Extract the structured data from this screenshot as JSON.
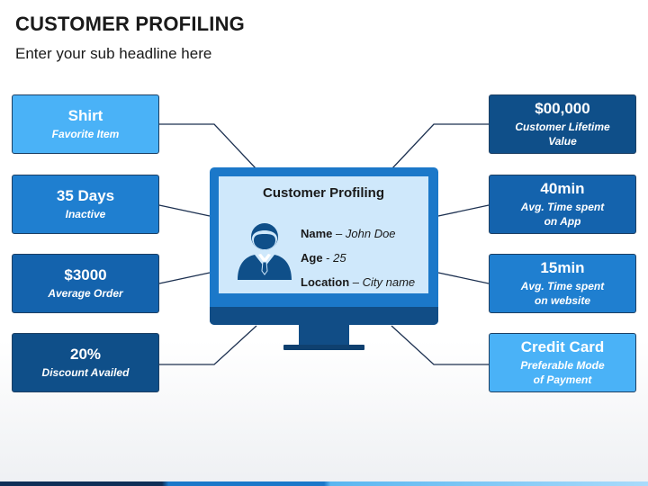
{
  "header": {
    "title": "CUSTOMER PROFILING",
    "subtitle": "Enter your sub headline here"
  },
  "colors": {
    "light_blue": "#4ab2f7",
    "mid_blue": "#1f7fd0",
    "deep_blue": "#1463ad",
    "dark_blue": "#0f4f89",
    "screen_bg": "#cfe8fb",
    "monitor": "#1b78c9"
  },
  "left_cards": [
    {
      "value": "Shirt",
      "label": "Favorite Item"
    },
    {
      "value": "35 Days",
      "label": "Inactive"
    },
    {
      "value": "$3000",
      "label": "Average Order"
    },
    {
      "value": "20%",
      "label": "Discount Availed"
    }
  ],
  "right_cards": [
    {
      "value": "$00,000",
      "label": "Customer Lifetime\nValue"
    },
    {
      "value": "40min",
      "label": "Avg. Time spent\non App"
    },
    {
      "value": "15min",
      "label": "Avg. Time spent\non website"
    },
    {
      "value": "Credit Card",
      "label": "Preferable Mode\nof Payment"
    }
  ],
  "profile": {
    "title": "Customer Profiling",
    "avatar_icon": "user-avatar-icon",
    "fields": [
      {
        "key": "Name",
        "sep": " – ",
        "value": "John Doe"
      },
      {
        "key": "Age",
        "sep": " - ",
        "value": "25"
      },
      {
        "key": "Location",
        "sep": " – ",
        "value": "City name"
      }
    ]
  }
}
